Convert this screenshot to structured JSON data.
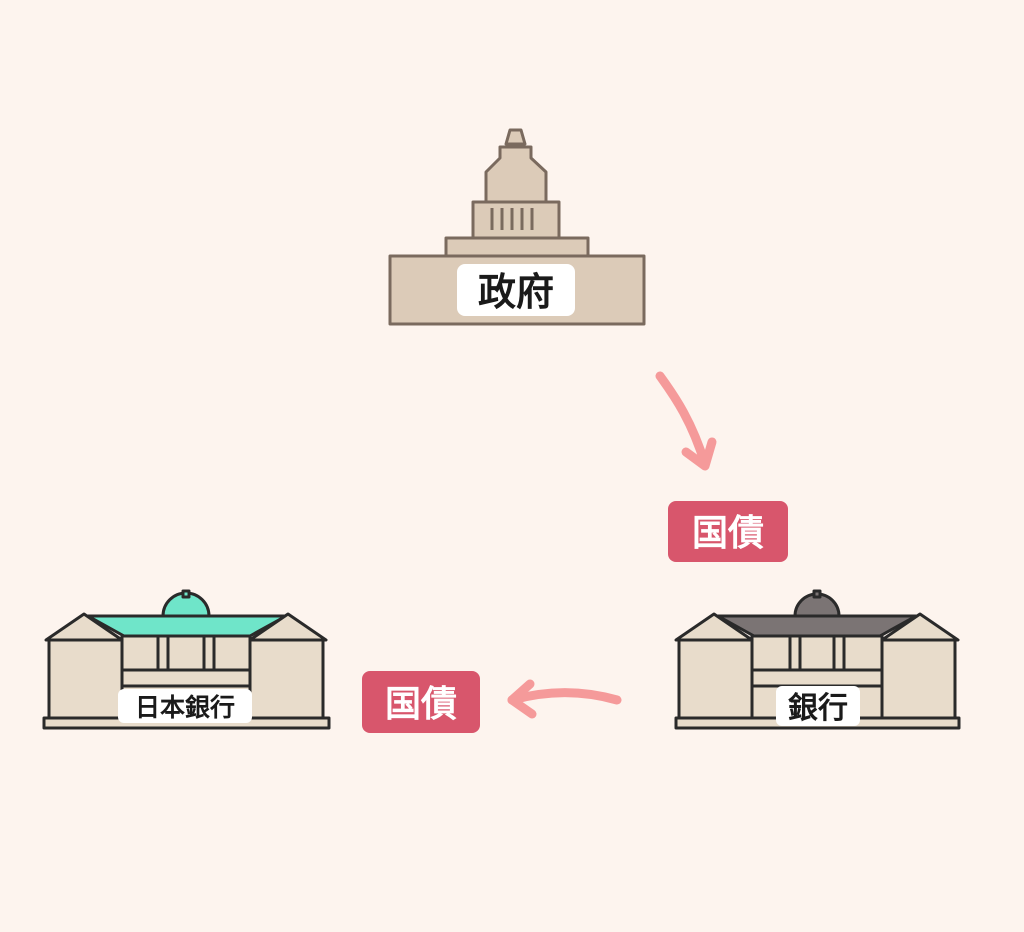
{
  "diagram": {
    "government": {
      "label": "政府"
    },
    "bank": {
      "label": "銀行"
    },
    "central_bank": {
      "label": "日本銀行"
    },
    "flows": [
      {
        "from": "government",
        "to": "bank",
        "label": "国債"
      },
      {
        "from": "bank",
        "to": "central_bank",
        "label": "国債"
      }
    ]
  },
  "colors": {
    "background": "#fdf4ee",
    "building_fill": "#e8dccb",
    "government_fill": "#dccbb8",
    "government_stroke": "#7a6a5e",
    "stroke": "#2a2a2a",
    "central_bank_roof": "#6fe5c9",
    "bank_roof": "#7b7474",
    "arrow": "#f59a9a",
    "bond_badge": "#d8566c",
    "bond_text": "#ffffff",
    "label_box": "#ffffff"
  }
}
